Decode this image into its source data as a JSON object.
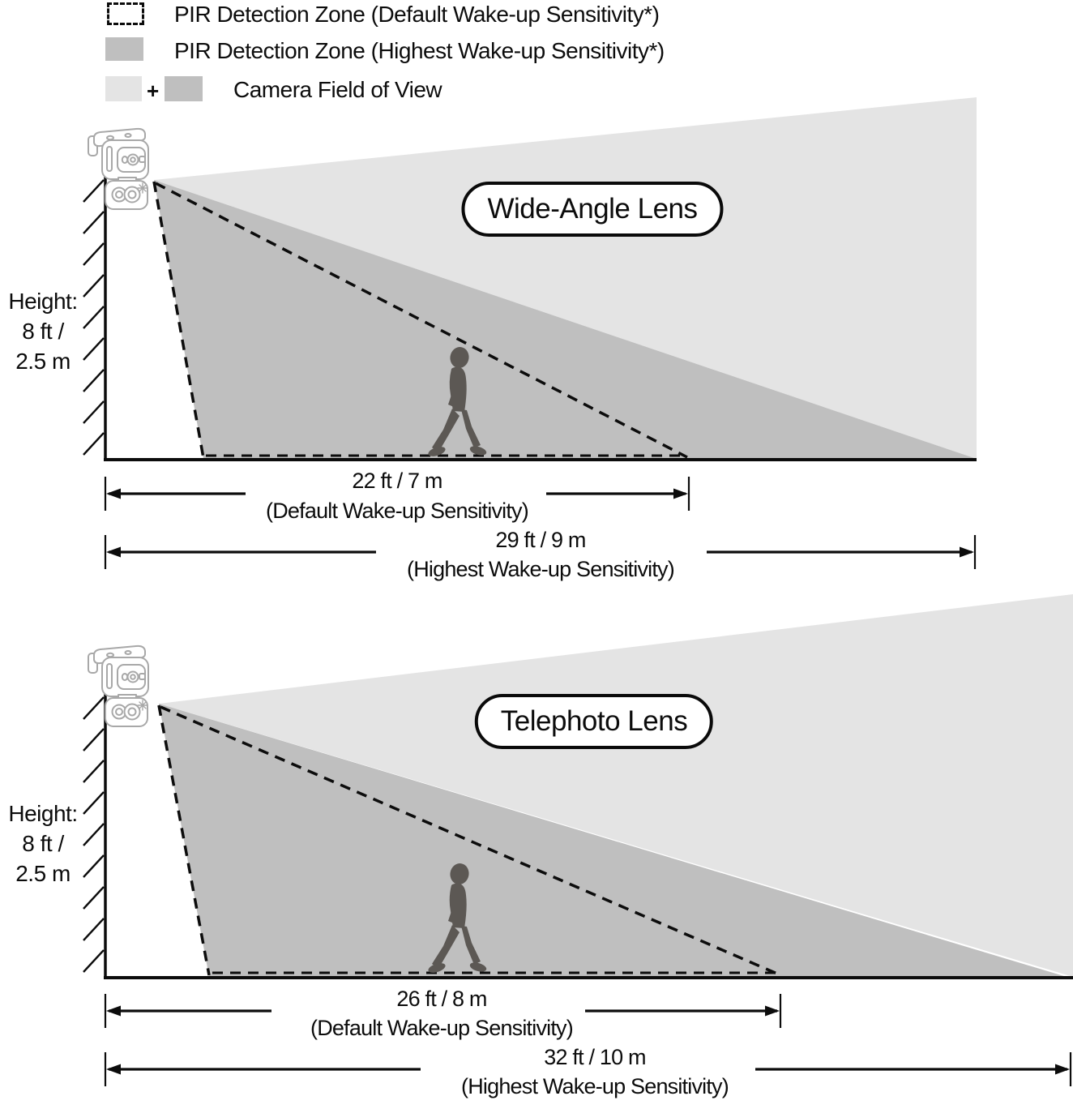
{
  "legend": {
    "items": [
      {
        "id": "pir-default",
        "swatch": "dashed-outline",
        "label": "PIR Detection Zone (Default Wake-up Sensitivity*)"
      },
      {
        "id": "pir-highest",
        "swatch": "medium-gray-fill",
        "label": "PIR Detection Zone (Highest Wake-up Sensitivity*)"
      },
      {
        "id": "camera-fov",
        "swatch": "light-gray-fill + medium-gray-fill",
        "plus": "+",
        "label": "Camera Field of View"
      }
    ]
  },
  "colors": {
    "camera_fov_light_gray": "#e4e4e4",
    "pir_highest_medium_gray": "#bfbfbf",
    "person_silhouette": "#5c5854",
    "ink": "#0c0c0c"
  },
  "diagrams": [
    {
      "id": "wide-angle",
      "lens_label": "Wide-Angle Lens",
      "mount_height": {
        "label": "Height:",
        "feet": "8 ft /",
        "meters": "2.5 m"
      },
      "measurements": [
        {
          "value": "22 ft / 7 m",
          "caption": "(Default Wake-up Sensitivity)"
        },
        {
          "value": "29 ft / 9 m",
          "caption": "(Highest Wake-up Sensitivity)"
        }
      ]
    },
    {
      "id": "telephoto",
      "lens_label": "Telephoto Lens",
      "mount_height": {
        "label": "Height:",
        "feet": "8 ft /",
        "meters": "2.5 m"
      },
      "measurements": [
        {
          "value": "26 ft / 8 m",
          "caption": "(Default Wake-up Sensitivity)"
        },
        {
          "value": "32 ft / 10 m",
          "caption": "(Highest Wake-up Sensitivity)"
        }
      ]
    }
  ]
}
